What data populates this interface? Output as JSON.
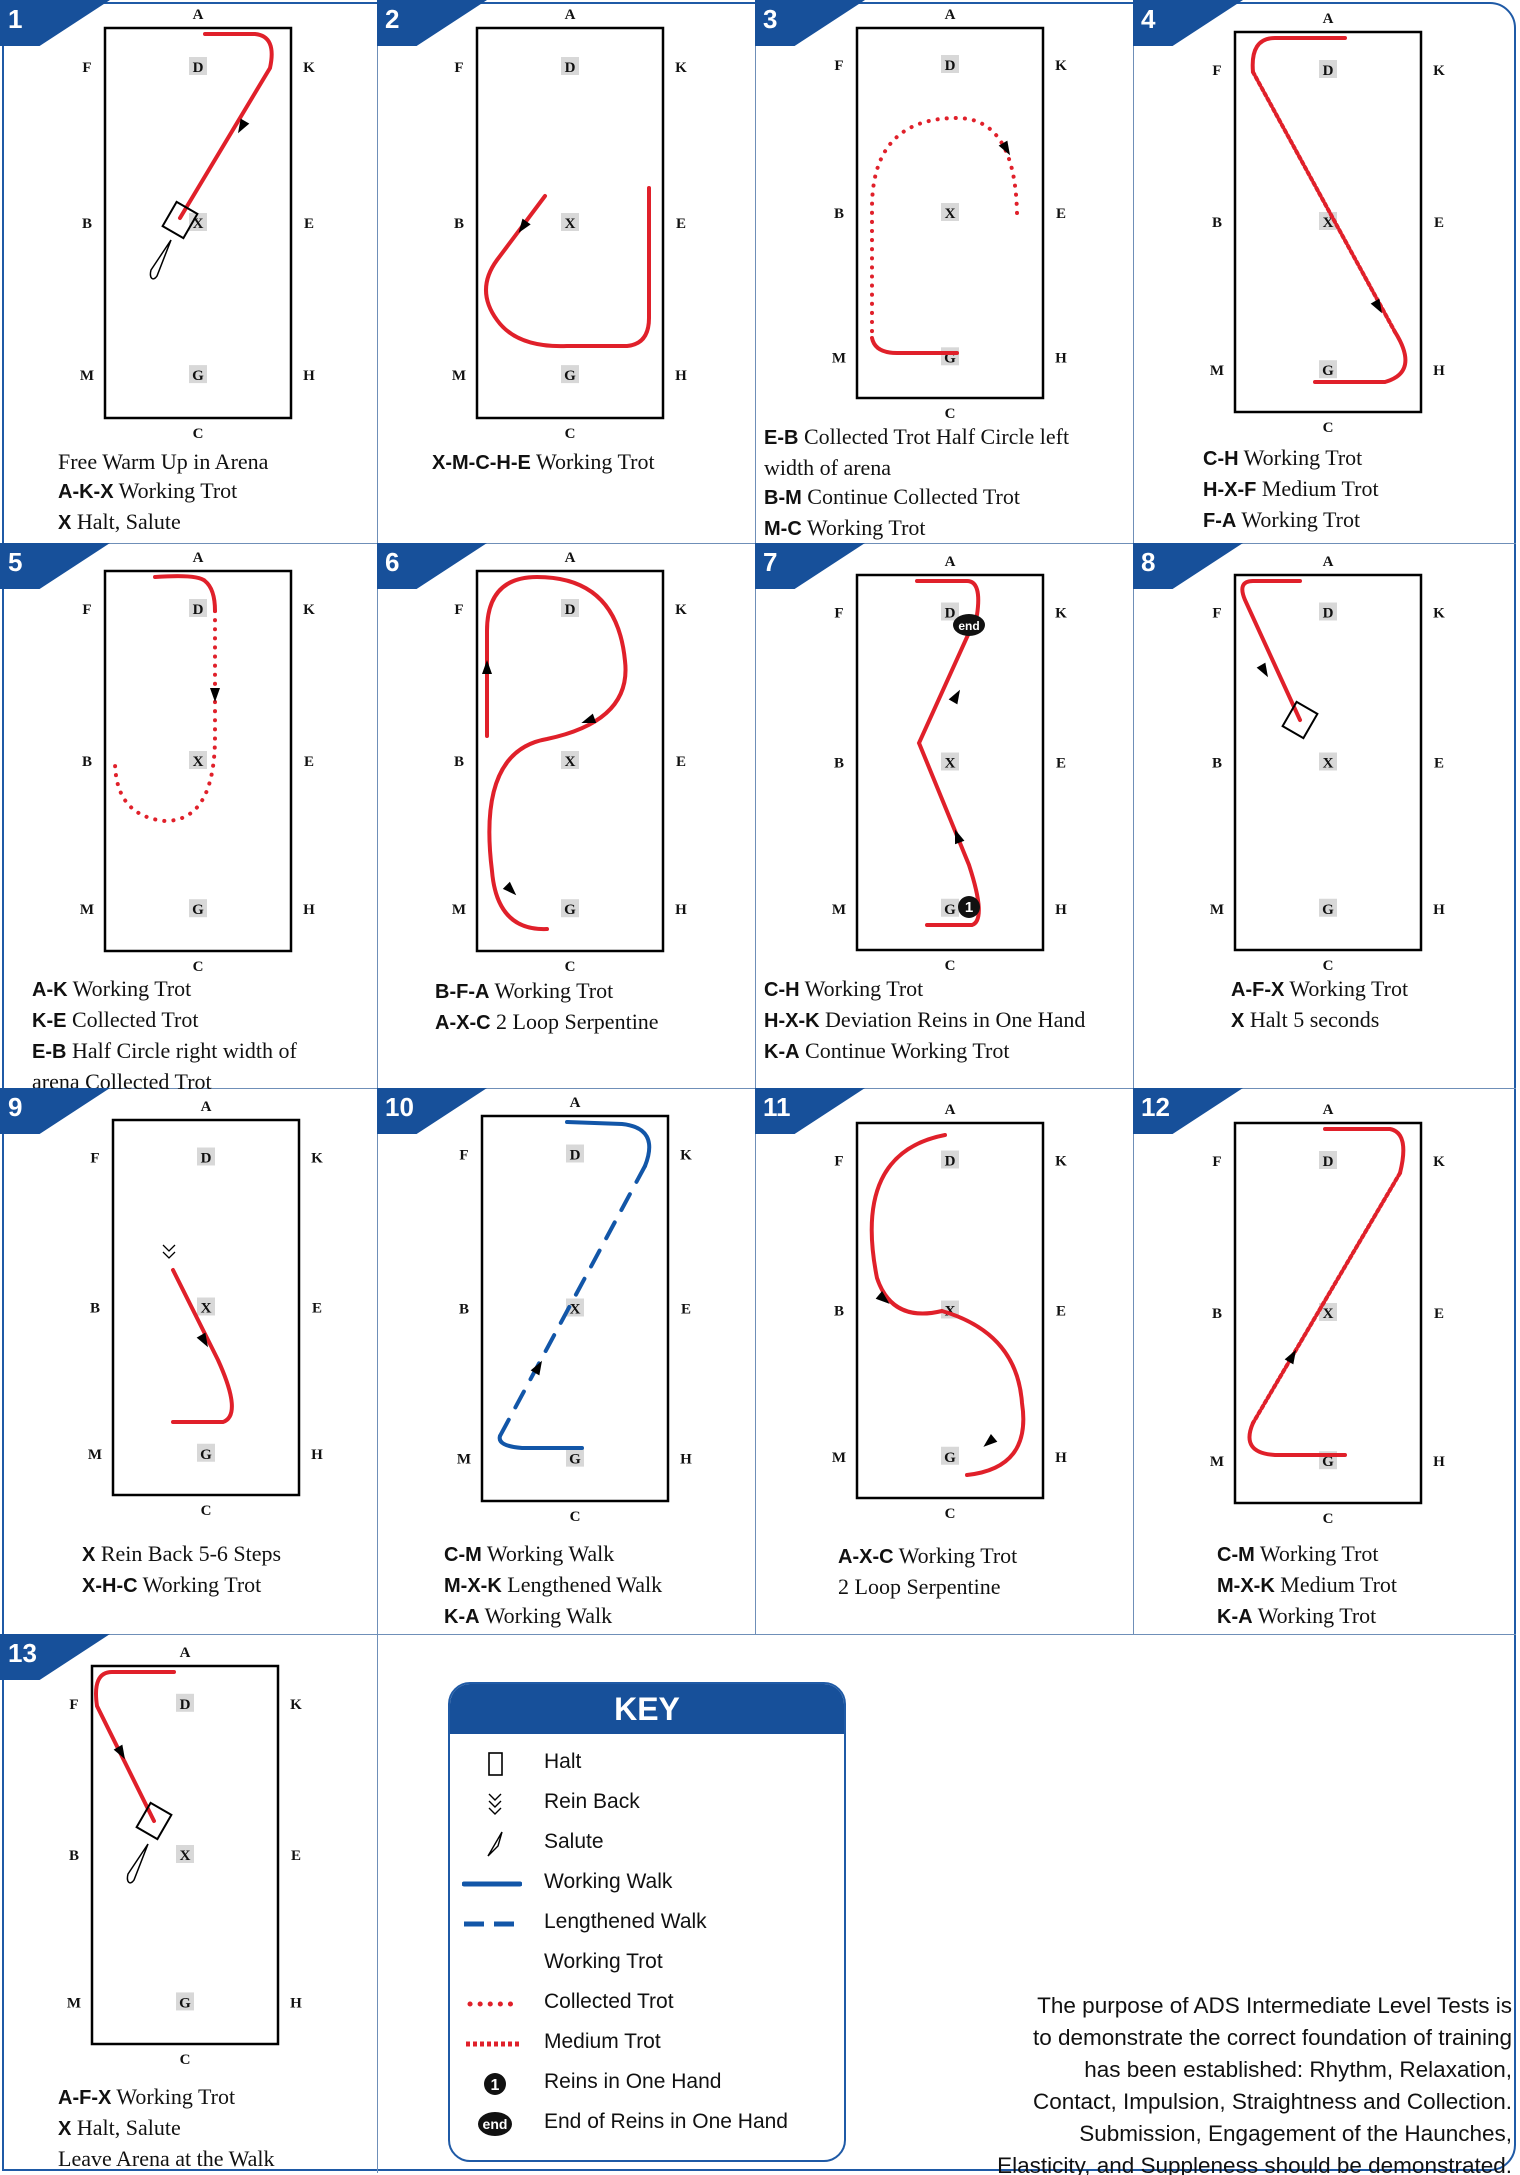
{
  "arena_letters": {
    "a": "A",
    "c": "C",
    "d": "D",
    "x": "X",
    "g": "G",
    "f": "F",
    "k": "K",
    "b": "B",
    "e": "E",
    "m": "M",
    "h": "H"
  },
  "colors": {
    "tab": "#17509a",
    "trot": "#e0202a",
    "walk": "#1256a8",
    "arena": "#000000"
  },
  "panels": [
    {
      "num": "1",
      "lines": [
        {
          "bold": "",
          "text": "Free Warm Up in Arena"
        },
        {
          "bold": "A-K-X",
          "text": " Working Trot"
        },
        {
          "bold": "X",
          "text": " Halt, Salute"
        }
      ]
    },
    {
      "num": "2",
      "lines": [
        {
          "bold": "X-M-C-H-E",
          "text": " Working Trot"
        }
      ]
    },
    {
      "num": "3",
      "lines": [
        {
          "bold": "E-B",
          "text": " Collected Trot Half Circle left"
        },
        {
          "bold": "",
          "text": "width of arena"
        },
        {
          "bold": "B-M",
          "text": " Continue Collected Trot"
        },
        {
          "bold": "M-C",
          "text": " Working Trot"
        }
      ]
    },
    {
      "num": "4",
      "lines": [
        {
          "bold": "C-H",
          "text": " Working Trot"
        },
        {
          "bold": "H-X-F",
          "text": " Medium Trot"
        },
        {
          "bold": "F-A",
          "text": " Working Trot"
        }
      ]
    },
    {
      "num": "5",
      "lines": [
        {
          "bold": "A-K",
          "text": " Working Trot"
        },
        {
          "bold": "K-E",
          "text": " Collected Trot"
        },
        {
          "bold": "E-B",
          "text": " Half Circle right width of"
        },
        {
          "bold": "",
          "text": "arena Collected Trot"
        }
      ]
    },
    {
      "num": "6",
      "lines": [
        {
          "bold": "B-F-A",
          "text": " Working Trot"
        },
        {
          "bold": "A-X-C",
          "text": " 2 Loop Serpentine"
        }
      ]
    },
    {
      "num": "7",
      "lines": [
        {
          "bold": "C-H",
          "text": " Working Trot"
        },
        {
          "bold": "H-X-K",
          "text": " Deviation Reins in One Hand"
        },
        {
          "bold": "K-A",
          "text": " Continue Working Trot"
        }
      ]
    },
    {
      "num": "8",
      "lines": [
        {
          "bold": "A-F-X",
          "text": " Working Trot"
        },
        {
          "bold": "X",
          "text": " Halt 5 seconds"
        }
      ]
    },
    {
      "num": "9",
      "lines": [
        {
          "bold": "X",
          "text": " Rein Back 5-6 Steps"
        },
        {
          "bold": "X-H-C",
          "text": " Working Trot"
        }
      ]
    },
    {
      "num": "10",
      "lines": [
        {
          "bold": "C-M",
          "text": " Working Walk"
        },
        {
          "bold": "M-X-K",
          "text": " Lengthened Walk"
        },
        {
          "bold": "K-A",
          "text": " Working Walk"
        }
      ]
    },
    {
      "num": "11",
      "lines": [
        {
          "bold": "A-X-C",
          "text": " Working Trot"
        },
        {
          "bold": "",
          "text": "2 Loop Serpentine"
        }
      ]
    },
    {
      "num": "12",
      "lines": [
        {
          "bold": "C-M",
          "text": " Working Trot"
        },
        {
          "bold": "M-X-K",
          "text": " Medium Trot"
        },
        {
          "bold": "K-A",
          "text": " Working Trot"
        }
      ]
    },
    {
      "num": "13",
      "lines": [
        {
          "bold": "A-F-X",
          "text": " Working Trot"
        },
        {
          "bold": "X",
          "text": " Halt, Salute"
        },
        {
          "bold": "",
          "text": "Leave Arena at the Walk"
        }
      ]
    }
  ],
  "key": {
    "title": "KEY",
    "items": [
      {
        "icon": "halt-icon",
        "label": "Halt"
      },
      {
        "icon": "rein-back-icon",
        "label": "Rein Back"
      },
      {
        "icon": "salute-icon",
        "label": "Salute"
      },
      {
        "icon": "working-walk-line-icon",
        "label": "Working Walk"
      },
      {
        "icon": "lengthened-walk-line-icon",
        "label": "Lengthened Walk"
      },
      {
        "icon": "working-trot-line-icon",
        "label": "Working Trot"
      },
      {
        "icon": "collected-trot-line-icon",
        "label": "Collected Trot"
      },
      {
        "icon": "medium-trot-line-icon",
        "label": "Medium Trot"
      },
      {
        "icon": "reins-one-hand-icon",
        "label": "Reins in One Hand"
      },
      {
        "icon": "end-reins-icon",
        "label": "End of Reins in One Hand"
      }
    ]
  },
  "purpose_lines": [
    "The purpose of ADS Intermediate Level Tests is",
    "to demonstrate the correct foundation of training",
    "has been established: Rhythm, Relaxation,",
    "Contact, Impulsion, Straightness and Collection.",
    "Submission, Engagement of the Haunches,",
    "Elasticity, and Suppleness should be demonstrated."
  ],
  "badges": {
    "one": "1",
    "end": "end"
  }
}
